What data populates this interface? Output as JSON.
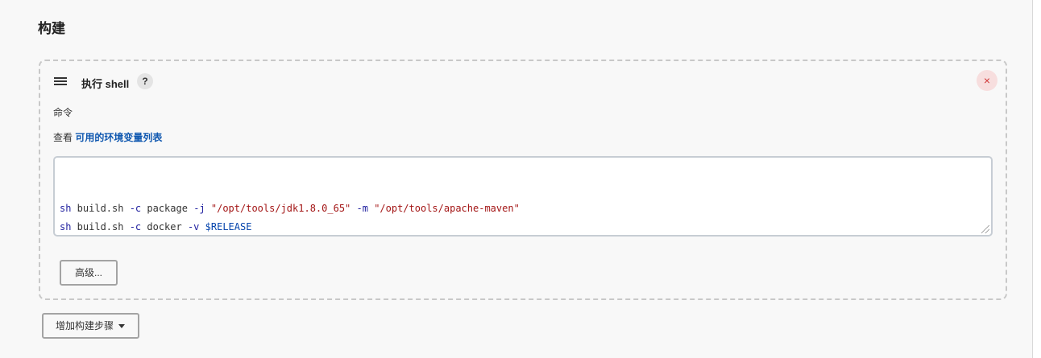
{
  "section": {
    "title": "构建"
  },
  "step": {
    "title": "执行 shell",
    "help_icon": "?",
    "delete_icon": "×",
    "command_label": "命令",
    "env_prefix": "查看",
    "env_link": "可用的环境变量列表",
    "code_lines": [
      [
        {
          "t": "cmd",
          "v": "sh"
        },
        {
          "t": "text",
          "v": " build.sh "
        },
        {
          "t": "flag",
          "v": "-c"
        },
        {
          "t": "text",
          "v": " package "
        },
        {
          "t": "flag",
          "v": "-j"
        },
        {
          "t": "text",
          "v": " "
        },
        {
          "t": "str",
          "v": "\"/opt/tools/jdk1.8.0_65\""
        },
        {
          "t": "text",
          "v": " "
        },
        {
          "t": "flag",
          "v": "-m"
        },
        {
          "t": "text",
          "v": " "
        },
        {
          "t": "str",
          "v": "\"/opt/tools/apache-maven\""
        }
      ],
      [
        {
          "t": "cmd",
          "v": "sh"
        },
        {
          "t": "text",
          "v": " build.sh "
        },
        {
          "t": "flag",
          "v": "-c"
        },
        {
          "t": "text",
          "v": " docker "
        },
        {
          "t": "flag",
          "v": "-v"
        },
        {
          "t": "text",
          "v": " "
        },
        {
          "t": "var",
          "v": "$RELEASE"
        }
      ]
    ],
    "advanced_label": "高级..."
  },
  "add_step": {
    "label": "增加构建步骤"
  },
  "icons": {
    "drag": "drag-handle-icon",
    "help": "help-icon",
    "delete": "close-icon",
    "caret": "caret-down-icon",
    "resize": "resize-grip-icon"
  },
  "colors": {
    "link": "#1058b0",
    "delete_bg": "#f7dede",
    "delete_fg": "#d03838",
    "panel_bg": "#f8f8f8"
  }
}
